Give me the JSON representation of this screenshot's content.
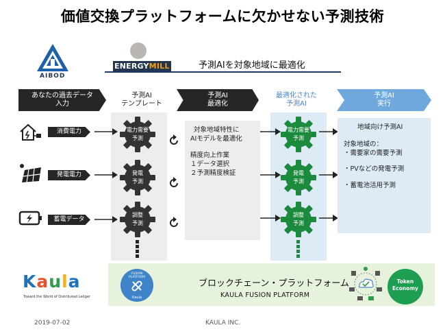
{
  "title": "価値交換プラットフォームに欠かせない予測技術",
  "subtitle": "予測AIを対象地域に最適化",
  "logos": {
    "aibod": "AIBOD",
    "energymill_energy": "ENERGY",
    "energymill_mill": "MILL",
    "kaula_letters": [
      "K",
      "a",
      "u",
      "l",
      "a"
    ],
    "kaula_tagline": "Toward the World of Distributed Ledger",
    "fusion_top_line1": "FUSION",
    "fusion_top_line2": "PLATFORM",
    "fusion_bottom": "Kaula"
  },
  "colors": {
    "dark": "#262626",
    "accent_blue": "#6fa8dc",
    "opt_blue": "#4a86c8",
    "gear_dark": "#333333",
    "gear_green": "#1b8a3c",
    "token_green": "#1e9e50",
    "kaula": [
      "#1e73be",
      "#e8532a",
      "#2e9d4a",
      "#f2b01e",
      "#1e73be"
    ]
  },
  "headers": {
    "step1_line1": "あなたの過去データ",
    "step1_line2": "入力",
    "step2_line1": "予測AI",
    "step2_line2": "テンプレート",
    "step3_line1": "予測AI",
    "step3_line2": "最適化",
    "step4_line1": "最適化された",
    "step4_line2": "予測AI",
    "step5_line1": "予測AI",
    "step5_line2": "実行"
  },
  "inputs": [
    {
      "label": "消費電力",
      "icon": "house-plug-icon"
    },
    {
      "label": "発電電力",
      "icon": "solar-panel-icon"
    },
    {
      "label": "蓄電データ",
      "icon": "battery-icon"
    }
  ],
  "template_gears": [
    {
      "line1": "電力需要",
      "line2": "予測"
    },
    {
      "line1": "発電",
      "line2": "予測"
    },
    {
      "line1": "調整",
      "line2": "予測"
    }
  ],
  "optimized_gears": [
    {
      "line1": "電力需要",
      "line2": "予測"
    },
    {
      "line1": "発電",
      "line2": "予測"
    },
    {
      "line1": "調整",
      "line2": "予測"
    }
  ],
  "optimization_box": {
    "line1": "対象地域特性に",
    "line2": "AIモデルを最適化",
    "line3": "精度向上作業",
    "line4": "１データ選択",
    "line5": "２予測精度検証"
  },
  "execution_box": {
    "heading": "地域向け予測AI",
    "intro": "対象地域の：",
    "item1": "・需要家の需要予測",
    "item2": "・PVなどの発電予測",
    "item3": "・蓄電池活用予測"
  },
  "blockchain": {
    "title": "ブロックチェーン・プラットフォーム",
    "subtitle": "KAULA FUSION PLATFORM",
    "token_line1": "Token",
    "token_line2": "Economy"
  },
  "footer": {
    "date": "2019-07-02",
    "company": "KAULA INC."
  }
}
